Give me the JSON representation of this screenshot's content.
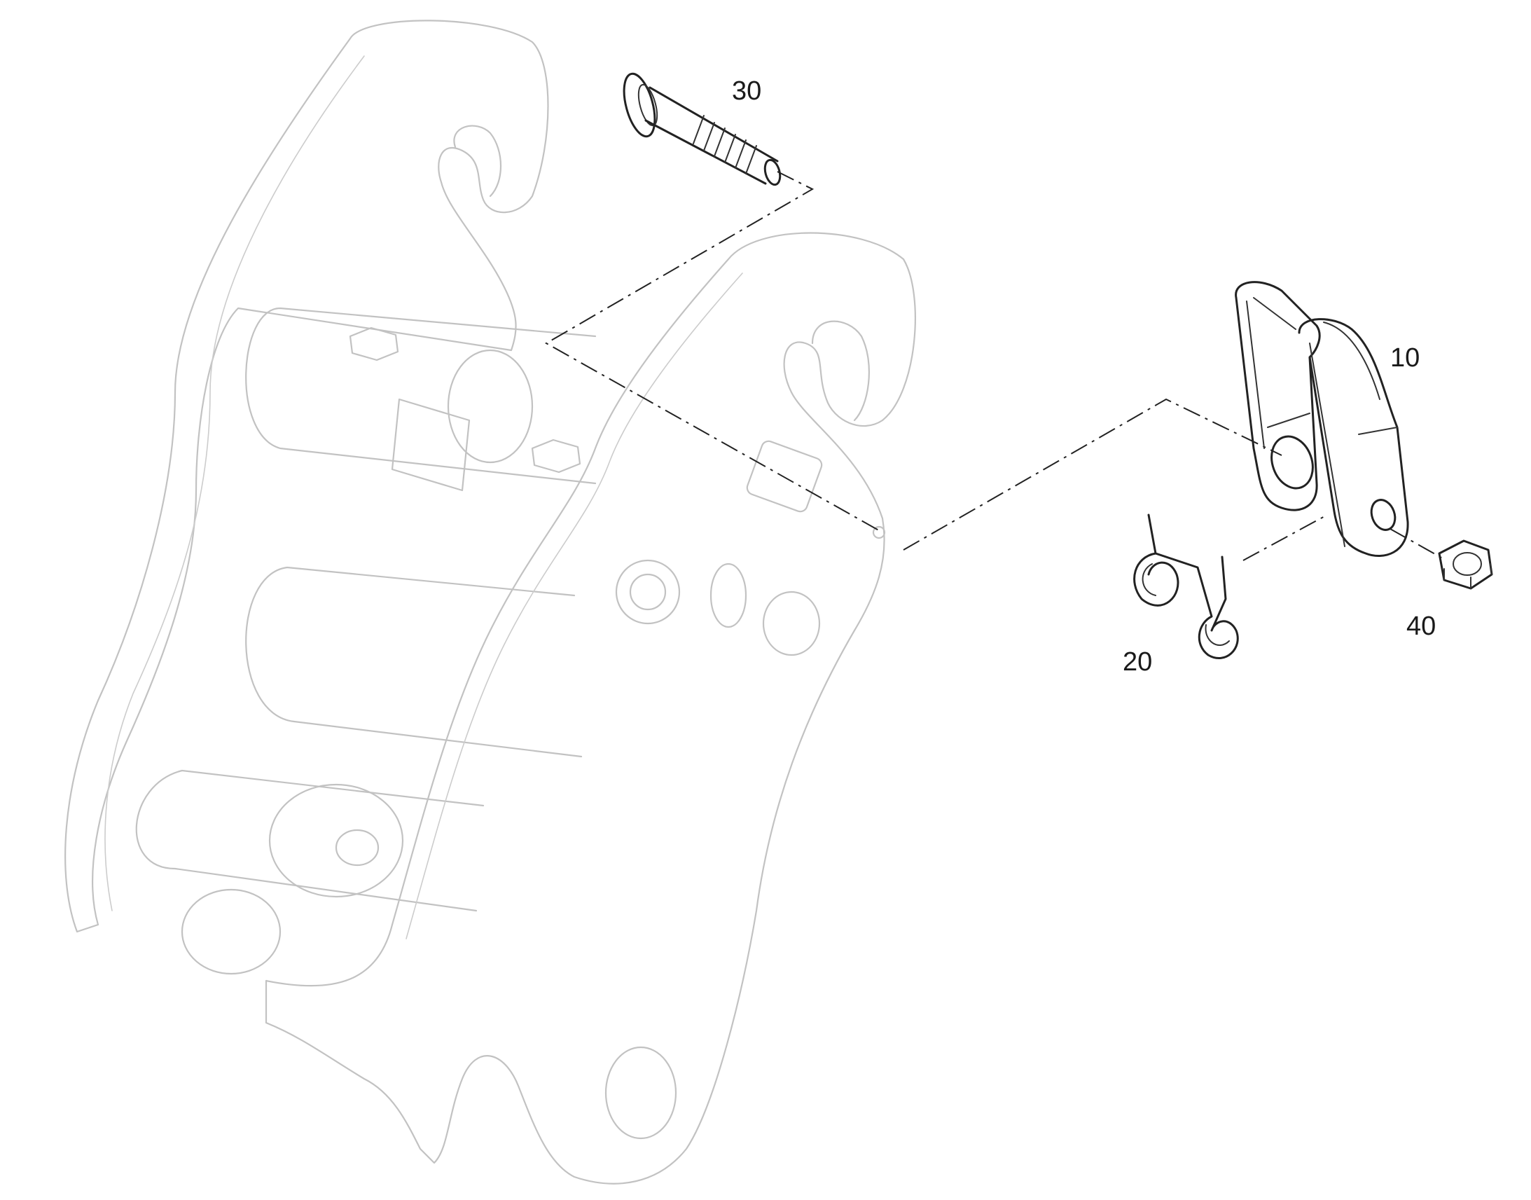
{
  "callouts": {
    "item_10": "10",
    "item_20": "20",
    "item_30": "30",
    "item_40": "40"
  },
  "colors": {
    "highlighted_part": "#222222",
    "ghost_frame": "#c2c2c2",
    "background": "#ffffff"
  }
}
